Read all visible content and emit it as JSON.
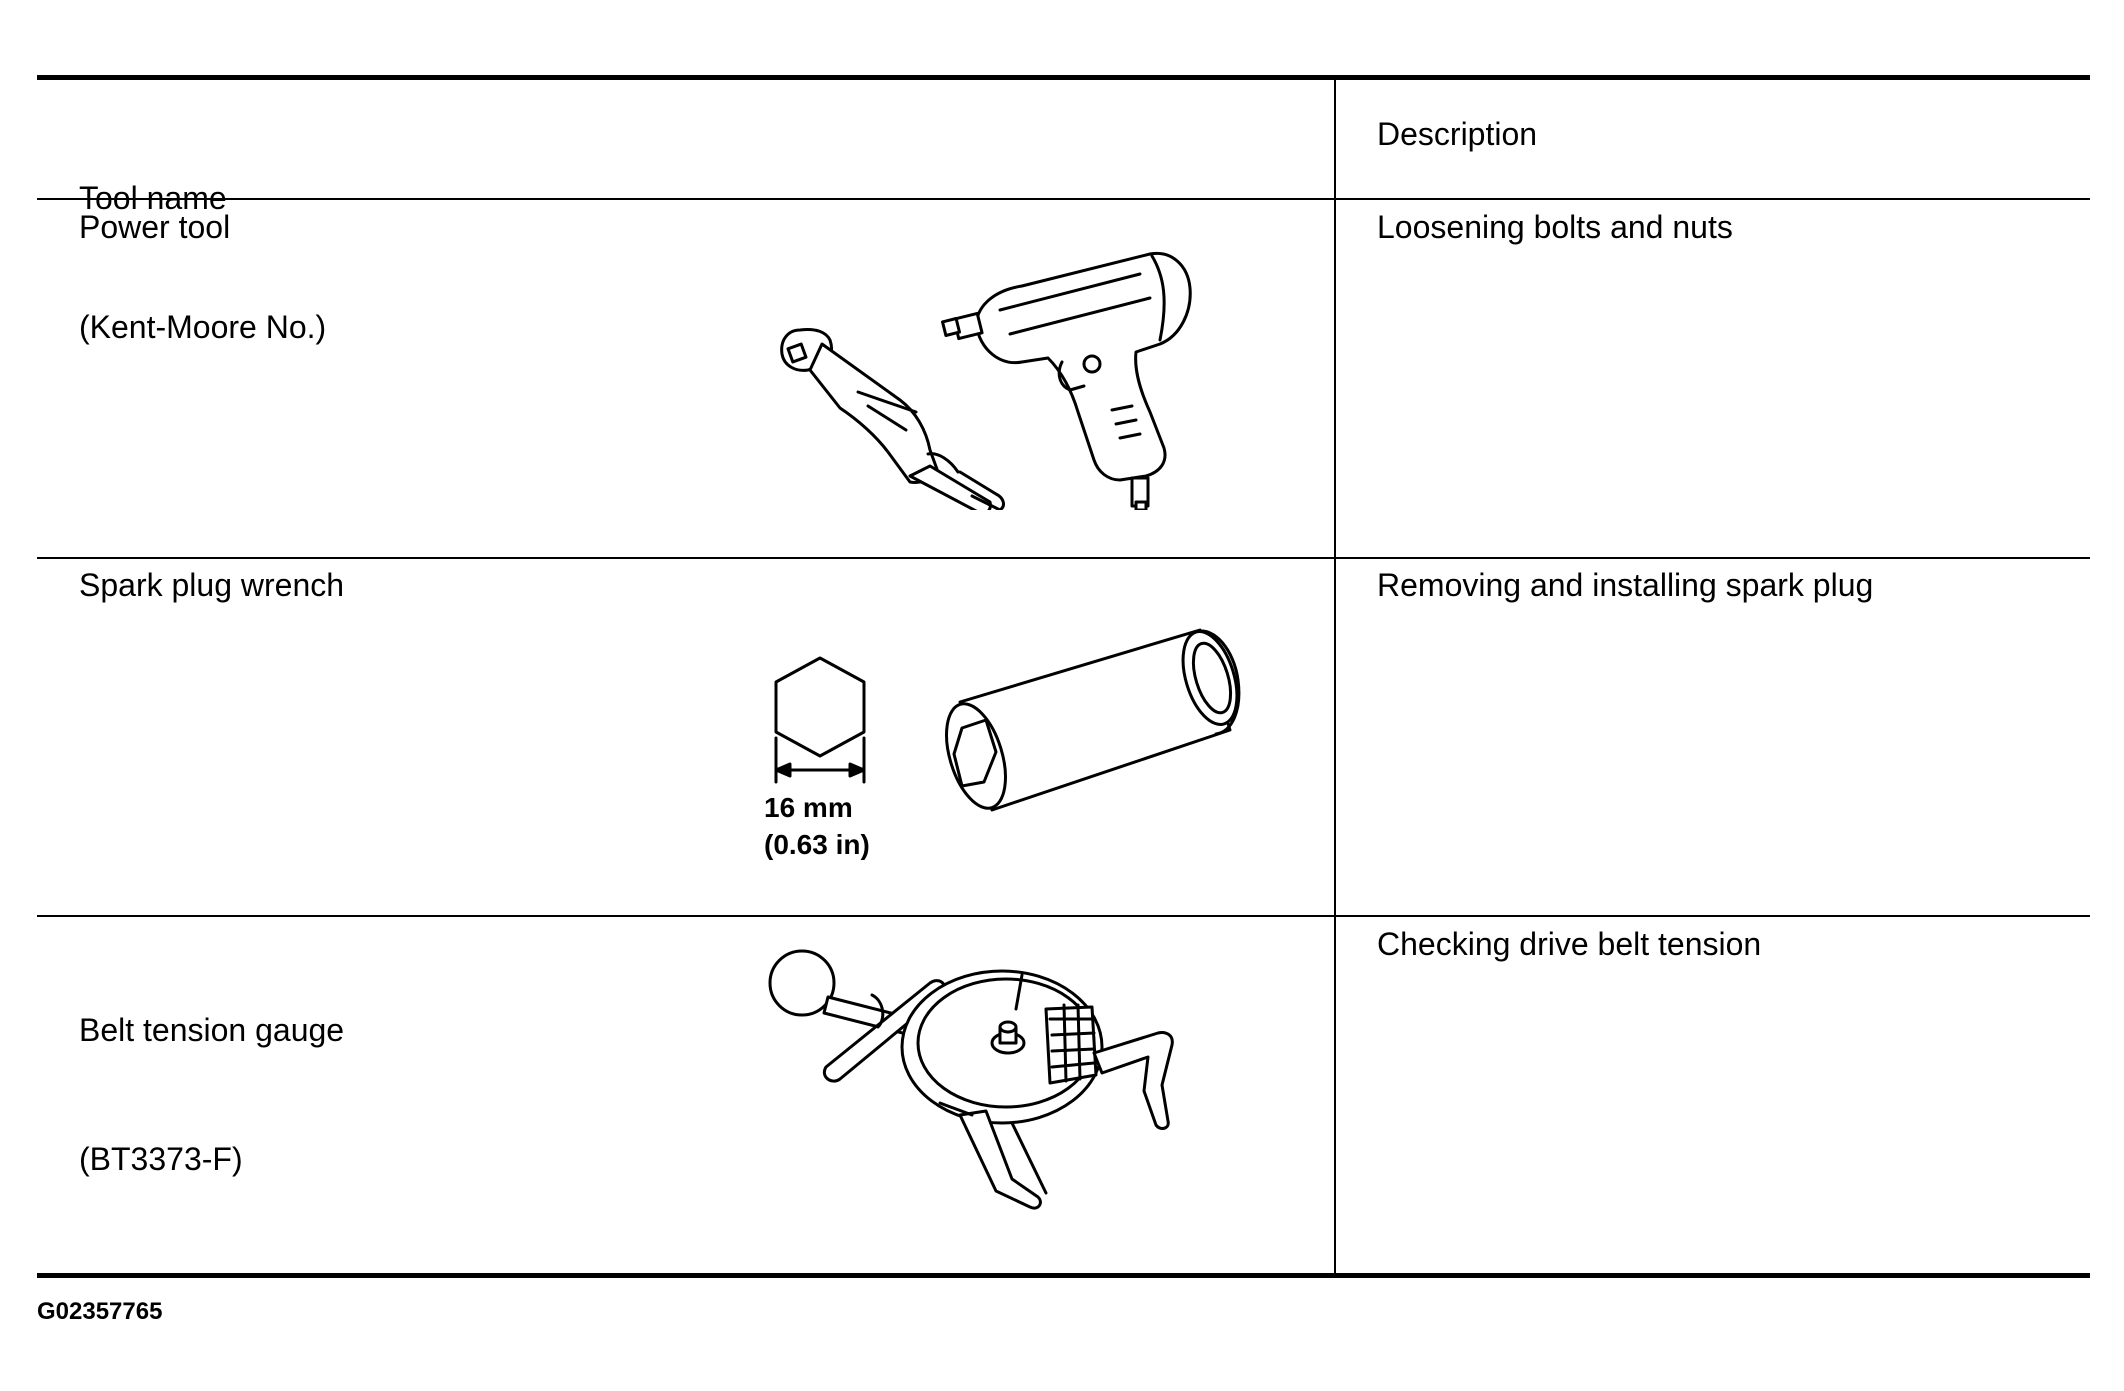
{
  "table": {
    "header": {
      "tool_name": "Tool name",
      "kent_moore": "(Kent-Moore No.)",
      "description": "Description"
    },
    "rows": [
      {
        "name": "Power tool",
        "number": "",
        "description": "Loosening bolts and nuts",
        "illustration_icon": "power-tool-illustration-icon"
      },
      {
        "name": "Spark plug wrench",
        "number": "",
        "description": "Removing and installing spark plug",
        "illustration_icon": "spark-plug-wrench-illustration-icon",
        "dimension_mm": "16 mm",
        "dimension_in": "(0.63 in)"
      },
      {
        "name": "Belt tension gauge",
        "number": "(BT3373-F)",
        "description": "Checking drive belt tension",
        "illustration_icon": "belt-tension-gauge-illustration-icon"
      }
    ]
  },
  "figure_id": "G02357765",
  "colors": {
    "ink": "#000000",
    "paper": "#ffffff"
  }
}
